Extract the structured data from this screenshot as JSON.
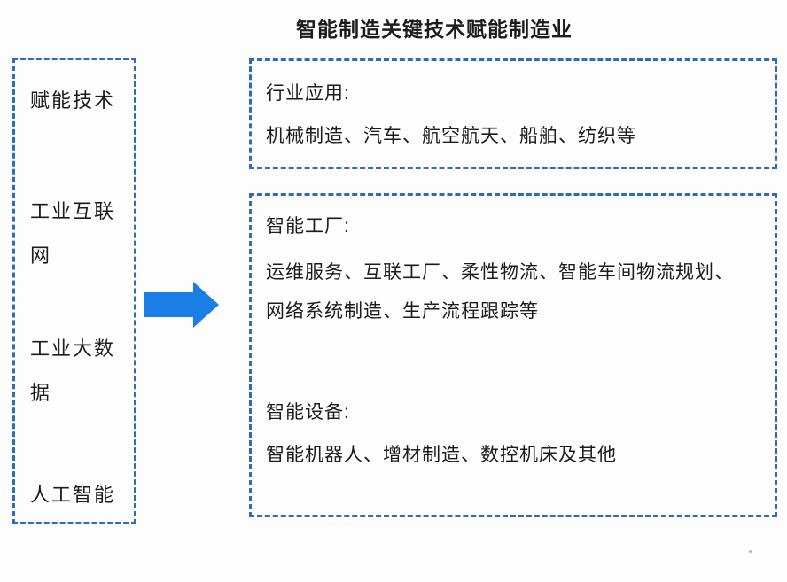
{
  "title": "智能制造关键技术赋能制造业",
  "colors": {
    "border_blue": "#2f6bbd",
    "arrow_blue": "#1a7ee6",
    "text": "#1c1c1c",
    "background": "#fdfdfd"
  },
  "left_panel": {
    "items": [
      {
        "label": "赋能技术"
      },
      {
        "label": "工业互联网"
      },
      {
        "label": "工业大数据"
      },
      {
        "label": "人工智能"
      }
    ]
  },
  "arrow": {
    "direction": "right"
  },
  "industry_panel": {
    "heading": "行业应用:",
    "line1": "机械制造、汽车、航空航天、船舶、纺织等"
  },
  "application_panel": {
    "factory_heading": "智能工厂:",
    "factory_line1": "运维服务、互联工厂、柔性物流、智能车间物流规划、",
    "factory_line2": "网络系统制造、生产流程跟踪等",
    "equipment_heading": "智能设备:",
    "equipment_line1": "智能机器人、增材制造、数控机床及其他"
  }
}
